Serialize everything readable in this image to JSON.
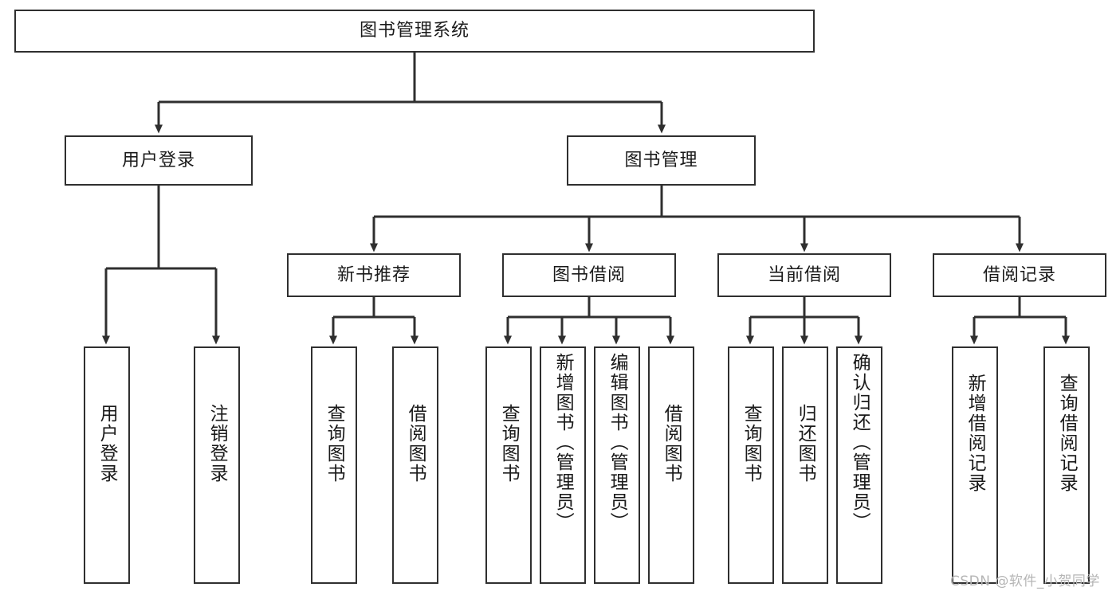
{
  "diagram": {
    "title": "图书管理系统",
    "type": "hierarchy-tree",
    "watermark": "CSDN @软件_小贺同学",
    "colors": {
      "stroke": "#2f2f2f",
      "fill": "#ffffff",
      "text": "#1a1a1a",
      "watermark": "#b5b5b5"
    },
    "nodes": {
      "root": {
        "label": "图书管理系统"
      },
      "level2": [
        {
          "label": "用户登录"
        },
        {
          "label": "图书管理"
        }
      ],
      "level3": [
        {
          "label": "新书推荐"
        },
        {
          "label": "图书借阅"
        },
        {
          "label": "当前借阅"
        },
        {
          "label": "借阅记录"
        }
      ],
      "leaves": {
        "user_login": [
          {
            "label": "用户登录"
          },
          {
            "label": "注销登录"
          }
        ],
        "new_book_recommend": [
          {
            "label": "查询图书"
          },
          {
            "label": "借阅图书"
          }
        ],
        "book_borrow": [
          {
            "label": "查询图书"
          },
          {
            "label": "新增图书（管理员）"
          },
          {
            "label": "编辑图书（管理员）"
          },
          {
            "label": "借阅图书"
          }
        ],
        "current_borrow": [
          {
            "label": "查询图书"
          },
          {
            "label": "归还图书"
          },
          {
            "label": "确认归还（管理员）"
          }
        ],
        "borrow_record": [
          {
            "label": "新增借阅记录"
          },
          {
            "label": "查询借阅记录"
          }
        ]
      }
    }
  }
}
